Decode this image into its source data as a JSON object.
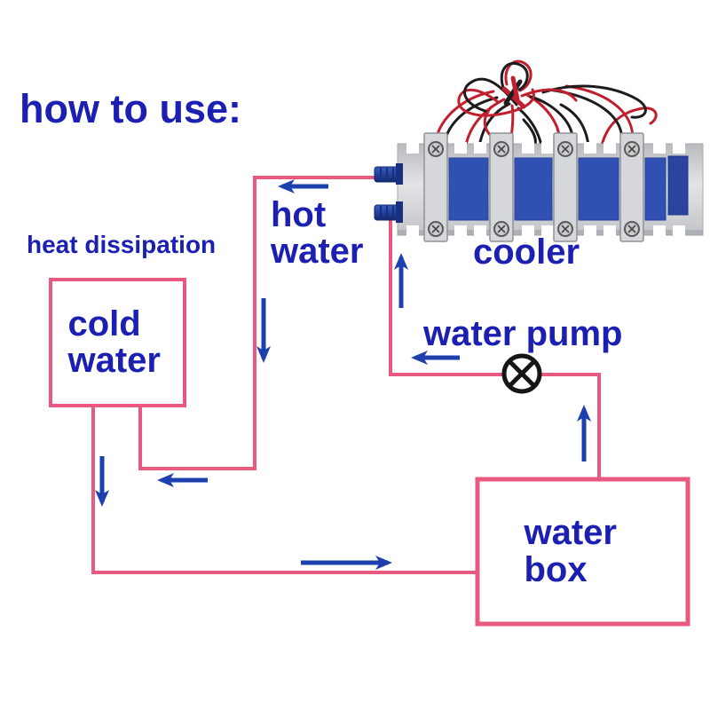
{
  "title": "how to use:",
  "labels": {
    "heat_dissipation": "heat dissipation",
    "cold_water": "cold water",
    "hot_water": "hot water",
    "cooler": "cooler",
    "water_pump": "water pump",
    "water_box": "water box"
  },
  "colors": {
    "text_blue": "#1c20b2",
    "arrow_blue": "#1e3fae",
    "pipe_pink": "#e8587f",
    "pump_black": "#151515",
    "wire_red": "#c11f2e",
    "wire_black": "#1c1c1c",
    "cooler_cell_blue": "#3050b4",
    "background": "#ffffff"
  },
  "diagram": {
    "type": "flow-diagram",
    "components": [
      {
        "name": "cooler",
        "kind": "photo-of-peltier-thermoelectric-cooler",
        "ports": [
          "hot water out (top left barb)",
          "water in (bottom left barb)"
        ]
      },
      {
        "name": "cold water",
        "kind": "outlined-box",
        "caption_above": "heat dissipation"
      },
      {
        "name": "water box",
        "kind": "outlined-box"
      },
      {
        "name": "water pump",
        "kind": "circle-with-x-pump-symbol"
      }
    ],
    "flow_arrows": [
      "left along hot-water line from cooler",
      "down toward heat-dissipation loop",
      "left into cold-water radiator branch",
      "down from cold-water box",
      "right along bottom pipe into water box",
      "up out of water box",
      "left through water pump",
      "up into cooler bottom port"
    ]
  }
}
